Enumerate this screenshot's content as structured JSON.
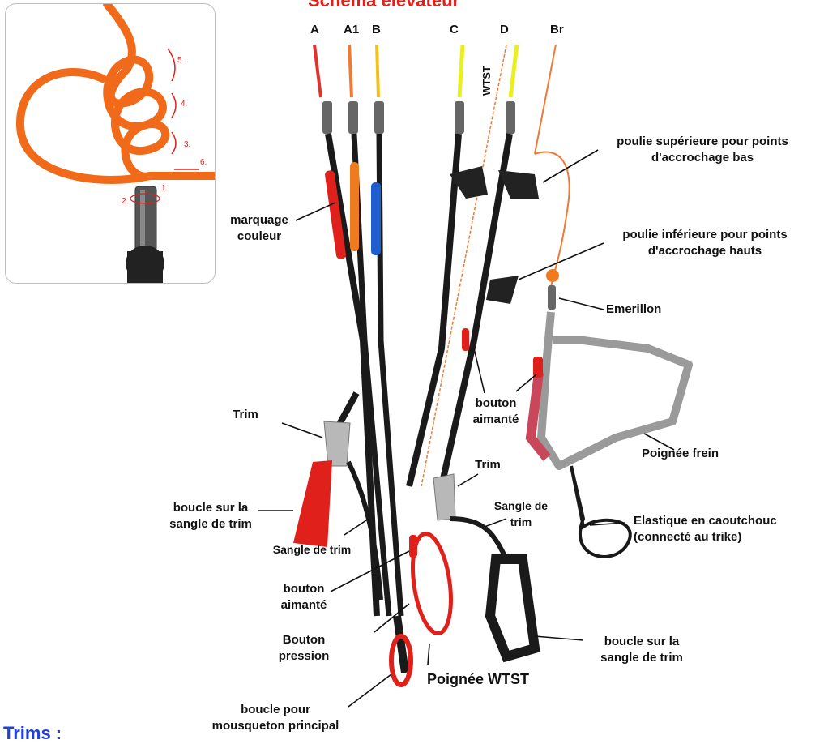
{
  "title": "Schéma élévateur",
  "footer_heading": "Trims :",
  "columns": {
    "a": "A",
    "a1": "A1",
    "b": "B",
    "c": "C",
    "d": "D",
    "br": "Br"
  },
  "wtst_line_label": "WTST",
  "knot_steps": [
    "5.",
    "4.",
    "3.",
    "6.",
    "1.",
    "2."
  ],
  "labels": {
    "marquage_couleur": "marquage\ncouleur",
    "poulie_superieure": "poulie supérieure pour points\nd'accrochage bas",
    "poulie_inferieure": "poulie inférieure pour points\nd'accrochage hauts",
    "emerillon": "Emerillon",
    "bouton_aimante_top": "bouton\naimanté",
    "trim_left": "Trim",
    "trim_mid": "Trim",
    "poignee_frein": "Poignée frein",
    "boucle_trim_left": "boucle sur la\nsangle de trim",
    "sangle_trim_left": "Sangle de trim",
    "sangle_trim_mid": "Sangle de\ntrim",
    "elastique": "Elastique en caoutchouc\n(connecté au trike)",
    "bouton_aimante_bottom": "bouton\naimanté",
    "bouton_pression": "Bouton\npression",
    "boucle_trim_right": "boucle sur la\nsangle de trim",
    "poignee_wtst": "Poignée WTST",
    "boucle_mousqueton": "boucle pour\nmousqueton principal"
  },
  "colors": {
    "title": "#e0201a",
    "footer": "#1f3fd6",
    "webbing": "#1a1a1a",
    "line_a": "#e0332a",
    "line_a1": "#f07a35",
    "line_b": "#f2c21a",
    "line_cd": "#e8f020",
    "line_br": "#f07a35",
    "sleeve_red": "#e0201a",
    "sleeve_orange": "#f07a1e",
    "sleeve_blue": "#1d5fd0"
  }
}
